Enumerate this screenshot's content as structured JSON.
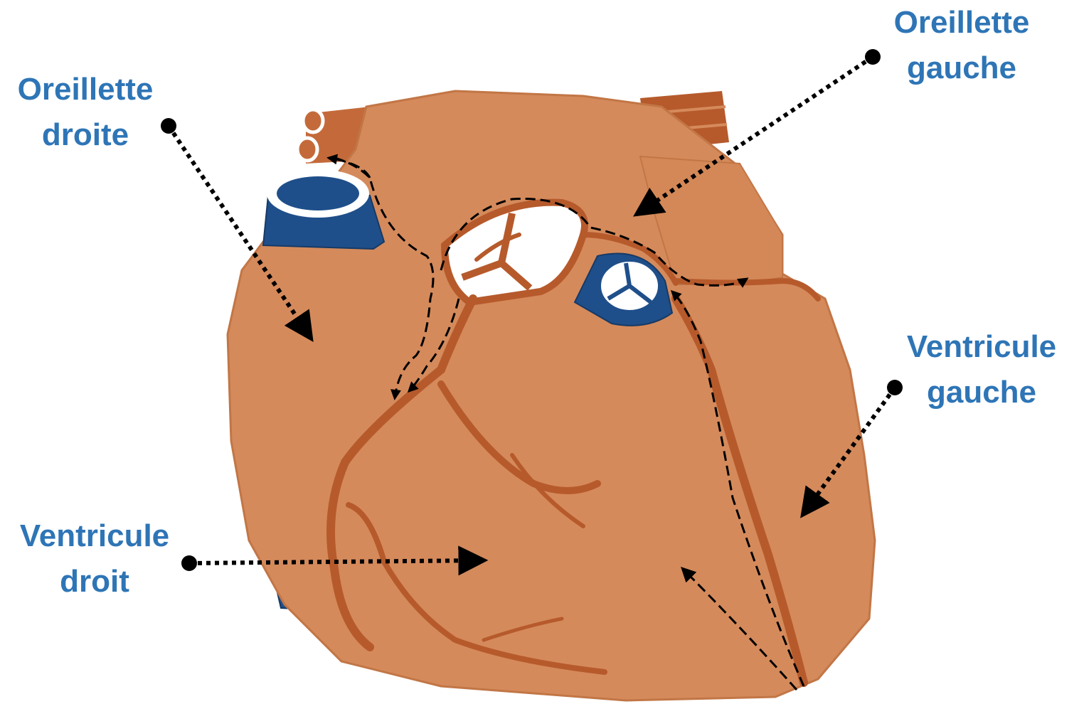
{
  "diagram": {
    "labels": {
      "oreillette_droite": {
        "line1": "Oreillette",
        "line2": "droite"
      },
      "oreillette_gauche": {
        "line1": "Oreillette",
        "line2": "gauche"
      },
      "ventricule_gauche": {
        "line1": "Ventricule",
        "line2": "gauche"
      },
      "ventricule_droit": {
        "line1": "Ventricule",
        "line2": "droit"
      }
    },
    "colors": {
      "label_text": "#2e75b6",
      "heart_fill": "#d58a5b",
      "vessel": "#b65a2c",
      "vein_blue": "#1f4f8a",
      "arrow": "#000000"
    }
  }
}
